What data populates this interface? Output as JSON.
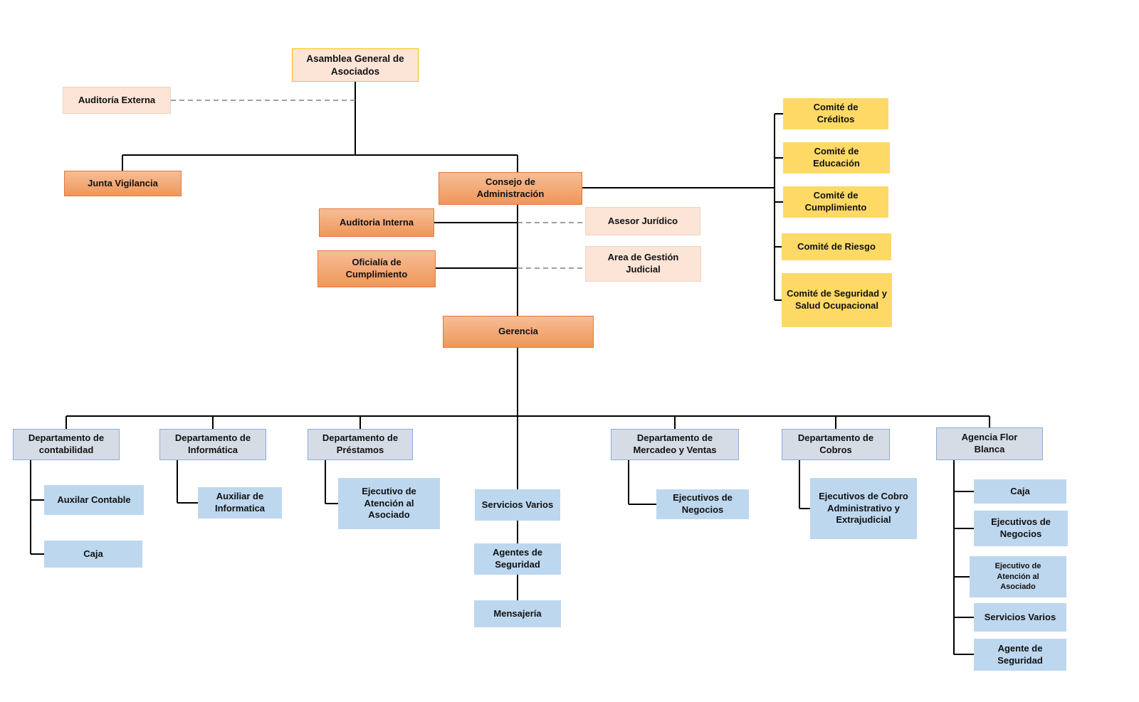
{
  "diagram": {
    "type": "org-chart",
    "language": "es"
  },
  "colors": {
    "peach_fill": "#FCE4D6",
    "gold_border": "#FFC000",
    "salmon_fill_top": "#F7BD96",
    "salmon_fill_bottom": "#EF9759",
    "salmon_border": "#DF7A3E",
    "yellow_fill": "#FFD966",
    "dept_fill": "#D6DCE5",
    "dept_border": "#8EAADB",
    "child_fill": "#BDD7EE",
    "solid_line": "#000000",
    "dashed_line": "#808080"
  },
  "nodes": {
    "asamblea": {
      "label": "Asamblea General de Asociados"
    },
    "auditoria_externa": {
      "label": "Auditoría Externa"
    },
    "junta_vigilancia": {
      "label": "Junta Vigilancia"
    },
    "consejo": {
      "label": "Consejo de Administración"
    },
    "auditoria_interna": {
      "label": "Auditoria Interna"
    },
    "asesor_juridico": {
      "label": "Asesor Jurídico"
    },
    "oficialia_cumplimiento": {
      "label": "Oficialía de Cumplimiento"
    },
    "area_gestion_judicial": {
      "label": "Area de Gestión Judicial"
    },
    "gerencia": {
      "label": "Gerencia"
    },
    "comite_creditos": {
      "label": "Comité de Créditos"
    },
    "comite_educacion": {
      "label": "Comité de Educación"
    },
    "comite_cumplimiento": {
      "label": "Comité de Cumplimiento"
    },
    "comite_riesgo": {
      "label": "Comité de Riesgo"
    },
    "comite_seguridad": {
      "label": "Comité de Seguridad y Salud Ocupacional"
    },
    "dep_contabilidad": {
      "label": "Departamento de contabilidad"
    },
    "dep_informatica": {
      "label": "Departamento de Informática"
    },
    "dep_prestamos": {
      "label": "Departamento de Préstamos"
    },
    "dep_mercadeo": {
      "label": "Departamento de Mercadeo y Ventas"
    },
    "dep_cobros": {
      "label": "Departamento de Cobros"
    },
    "agencia_flor_blanca": {
      "label": "Agencia Flor Blanca"
    },
    "auxilar_contable": {
      "label": "Auxilar Contable"
    },
    "caja_contabilidad": {
      "label": "Caja"
    },
    "auxiliar_informatica": {
      "label": "Auxiliar de Informatica"
    },
    "ejecutivo_atencion_prestamos": {
      "label": "Ejecutivo de Atención al Asociado"
    },
    "servicios_varios_central": {
      "label": "Servicios Varios"
    },
    "agentes_seguridad_central": {
      "label": "Agentes de Seguridad"
    },
    "mensajeria": {
      "label": "Mensajería"
    },
    "ejecutivos_negocios_mercadeo": {
      "label": "Ejecutivos de Negocios"
    },
    "ejecutivos_cobro": {
      "label": "Ejecutivos de Cobro Administrativo y Extrajudicial"
    },
    "caja_agencia": {
      "label": "Caja"
    },
    "ejecutivos_negocios_agencia": {
      "label": "Ejecutivos de Negocios"
    },
    "ejecutivo_atencion_agencia": {
      "label": "Ejecutivo de Atención al Asociado"
    },
    "servicios_varios_agencia": {
      "label": "Servicios Varios"
    },
    "agente_seguridad_agencia": {
      "label": "Agente de Seguridad"
    }
  }
}
